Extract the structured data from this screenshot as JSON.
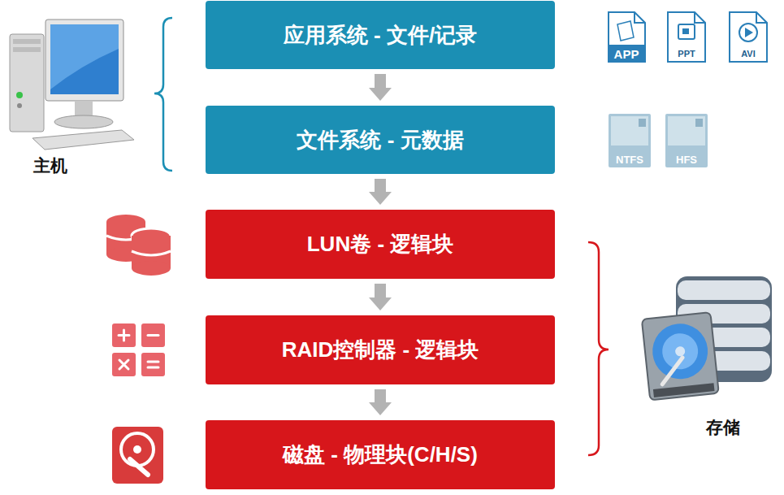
{
  "diagram": {
    "nodes": [
      {
        "text": [
          "应用系统 - 文件/记录"
        ]
      },
      {
        "text": [
          "文件系统 - 元数据"
        ]
      },
      {
        "text": [
          "LUN卷 - 逻辑块"
        ]
      },
      {
        "text": [
          "RAID控制器 - 逻辑块"
        ]
      },
      {
        "text": [
          "磁盘 - 物理块(C/H/S)"
        ]
      }
    ],
    "edges": [
      {
        "from": 0,
        "to": 1,
        "arrow": "to"
      },
      {
        "from": 1,
        "to": 2,
        "arrow": "to"
      },
      {
        "from": 2,
        "to": 3,
        "arrow": "to"
      },
      {
        "from": 3,
        "to": 4,
        "arrow": "to"
      }
    ],
    "labels": [
      "主机",
      "存储",
      "APP",
      "PPT",
      "AVI",
      "NTFS",
      "HFS"
    ]
  }
}
